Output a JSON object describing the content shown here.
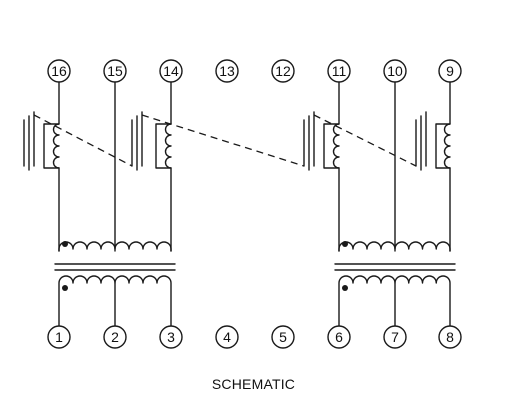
{
  "caption": "SCHEMATIC",
  "pins": {
    "top": [
      "16",
      "15",
      "14",
      "13",
      "12",
      "11",
      "10",
      "9"
    ],
    "bottom": [
      "1",
      "2",
      "3",
      "4",
      "5",
      "6",
      "7",
      "8"
    ]
  },
  "colors": {
    "ink": "#1a1a1a",
    "background": "#ffffff"
  }
}
